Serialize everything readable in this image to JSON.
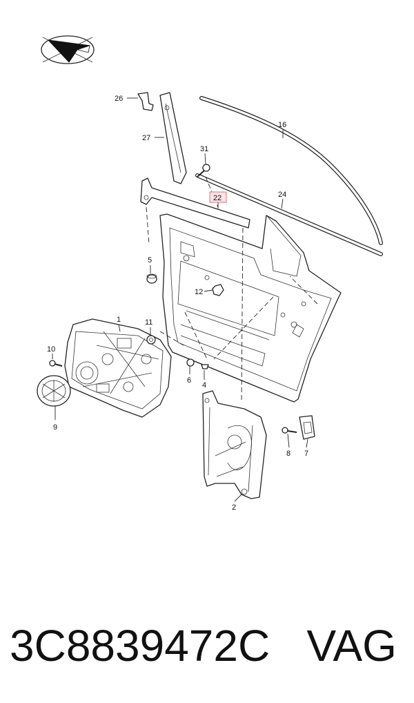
{
  "diagram": {
    "callouts": {
      "c1": "1",
      "c2": "2",
      "c4": "4",
      "c5": "5",
      "c6": "6",
      "c7": "7",
      "c8": "8",
      "c9": "9",
      "c10": "10",
      "c11": "11",
      "c12": "12",
      "c16": "16",
      "c22": "22",
      "c24": "24",
      "c26": "26",
      "c27": "27",
      "c31": "31"
    },
    "highlighted_callout": "22",
    "highlight_color": "#e0707a"
  },
  "caption": {
    "part_number": "3C8839472C",
    "brand": "VAG"
  }
}
